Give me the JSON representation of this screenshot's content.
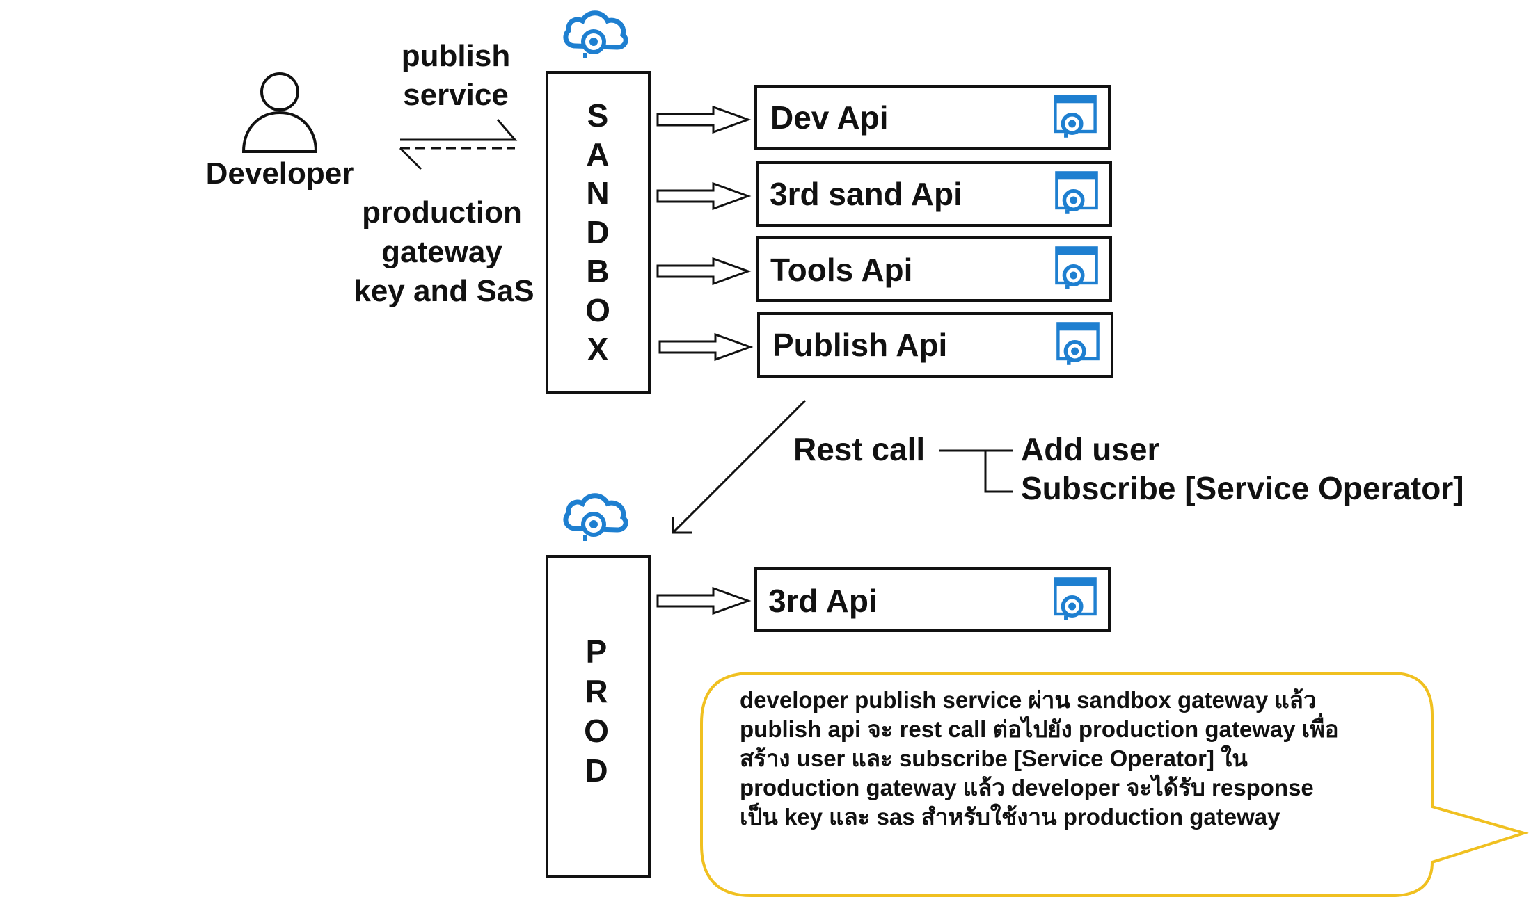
{
  "colors": {
    "ink": "#111111",
    "icon_blue": "#1e7fd0",
    "bubble_border": "#f0c020"
  },
  "developer": {
    "icon": "person-icon",
    "label": "Developer"
  },
  "flow_labels": {
    "publish_service": [
      "publish",
      "service"
    ],
    "response": [
      "production",
      "gateway",
      "key and SaS"
    ]
  },
  "sandbox": {
    "icon": "api-management-cloud-icon",
    "letters": [
      "S",
      "A",
      "N",
      "D",
      "B",
      "O",
      "X"
    ]
  },
  "sandbox_apis": [
    {
      "label": "Dev Api",
      "icon": "api-window-icon"
    },
    {
      "label": "3rd sand Api",
      "icon": "api-window-icon"
    },
    {
      "label": "Tools Api",
      "icon": "api-window-icon"
    },
    {
      "label": "Publish Api",
      "icon": "api-window-icon"
    }
  ],
  "rest_call": {
    "label": "Rest call",
    "branches": [
      "Add user",
      "Subscribe [Service Operator]"
    ]
  },
  "prod": {
    "icon": "api-management-cloud-icon",
    "letters": [
      "P",
      "R",
      "O",
      "D"
    ]
  },
  "prod_apis": [
    {
      "label": "3rd Api",
      "icon": "api-window-icon"
    }
  ],
  "note": {
    "lines": [
      "developer publish service ผ่าน sandbox gateway แล้ว",
      "publish api จะ rest call ต่อไปยัง production gateway เพื่อ",
      "สร้าง user และ subscribe [Service Operator] ใน",
      "production gateway แล้ว developer จะได้รับ response",
      "เป็น key และ sas สำหรับใช้งาน production gateway"
    ]
  }
}
